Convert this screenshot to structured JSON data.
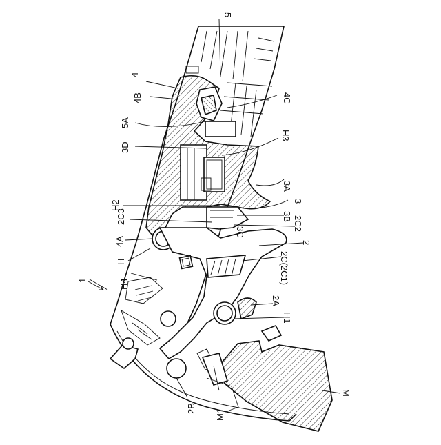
{
  "figure": {
    "labels": {
      "ref_1": "1",
      "ref_2": "2",
      "ref_2A": "2A",
      "ref_2B": "2B",
      "ref_2C2C1": "2C(2C1)",
      "ref_2C2": "2C2",
      "ref_2C3": "2C3",
      "ref_3": "3",
      "ref_3A": "3A",
      "ref_3B": "3B",
      "ref_3C": "3C",
      "ref_3D": "3D",
      "ref_4": "4",
      "ref_4A": "4A",
      "ref_4B": "4B",
      "ref_4C": "4C",
      "ref_5": "5",
      "ref_5A": "5A",
      "ref_H": "H",
      "ref_H1": "H1",
      "ref_H2": "H2",
      "ref_H3": "H3",
      "ref_H4": "H4",
      "ref_M": "M",
      "ref_M1": "M1"
    },
    "colors": {
      "ink": "#111111",
      "paper": "#ffffff"
    }
  }
}
